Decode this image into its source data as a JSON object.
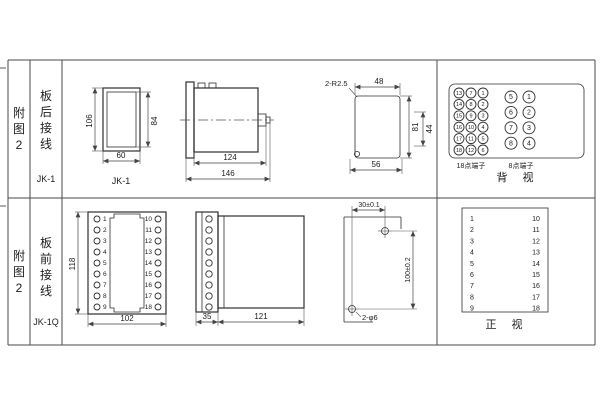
{
  "row1": {
    "fig_label": "附图2",
    "wiring_label": "板后接线",
    "model_label": "JK-1",
    "front_view": {
      "height_dim": "106",
      "inner_height_dim": "84",
      "width_dim": "60",
      "caption": "JK-1"
    },
    "side_view": {
      "body_dim": "124",
      "overall_dim": "146"
    },
    "cutout": {
      "radius_note": "2-R2.5",
      "top_width_dim": "48",
      "bottom_width_dim": "56",
      "height_dim": "81",
      "hole_span_dim": "44"
    },
    "back_view": {
      "caption": "背　视",
      "group18_label": "18点端子",
      "group8_label": "8点端子",
      "terminals18": [
        "13",
        "7",
        "1",
        "14",
        "8",
        "2",
        "15",
        "9",
        "3",
        "16",
        "10",
        "4",
        "17",
        "11",
        "5",
        "18",
        "12",
        "6"
      ],
      "terminals8": [
        "5",
        "1",
        "6",
        "2",
        "7",
        "3",
        "8",
        "4"
      ]
    }
  },
  "row2": {
    "fig_label": "附图2",
    "wiring_label": "板前接线",
    "model_label": "JK-1Q",
    "front_view": {
      "height_dim": "118",
      "width_dim": "102",
      "left_terminals": [
        "1",
        "2",
        "3",
        "4",
        "5",
        "6",
        "7",
        "8",
        "9"
      ],
      "right_terminals": [
        "10",
        "11",
        "12",
        "13",
        "14",
        "15",
        "16",
        "17",
        "18"
      ]
    },
    "side_view": {
      "block_dim": "35",
      "body_dim": "121"
    },
    "drilling": {
      "h_dim": "30±0.1",
      "v_dim": "100±0.2",
      "hole_note": "2-φ6"
    },
    "front_face": {
      "caption": "正　视",
      "left_terminals": [
        "1",
        "2",
        "3",
        "4",
        "5",
        "6",
        "7",
        "8",
        "9"
      ],
      "right_terminals": [
        "10",
        "11",
        "12",
        "13",
        "14",
        "15",
        "16",
        "17",
        "18"
      ]
    }
  }
}
